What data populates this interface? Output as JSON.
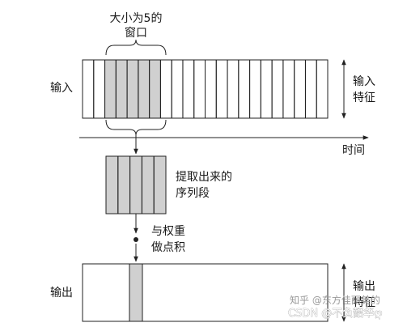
{
  "labels": {
    "window_line1": "大小为5的",
    "window_line2": "窗口",
    "input": "输入",
    "input_feature_line1": "输入",
    "input_feature_line2": "特征",
    "time": "时间",
    "extracted_line1": "提取出来的",
    "extracted_line2": "序列段",
    "dot_line1": "与权重",
    "dot_line2": "做点积",
    "output": "输出",
    "output_feature_line1": "输出",
    "output_feature_line2": "特征"
  },
  "watermark": {
    "zhihu": "知乎 @东方佳丽美的",
    "csdn": "CSDN @不负韶华ღ"
  },
  "diagram": {
    "input_cells": 22,
    "window_size": 5,
    "window_start_index": 2,
    "extracted_cells": 5,
    "colors": {
      "line": "#222222",
      "highlight": "#d0d0d0"
    }
  }
}
